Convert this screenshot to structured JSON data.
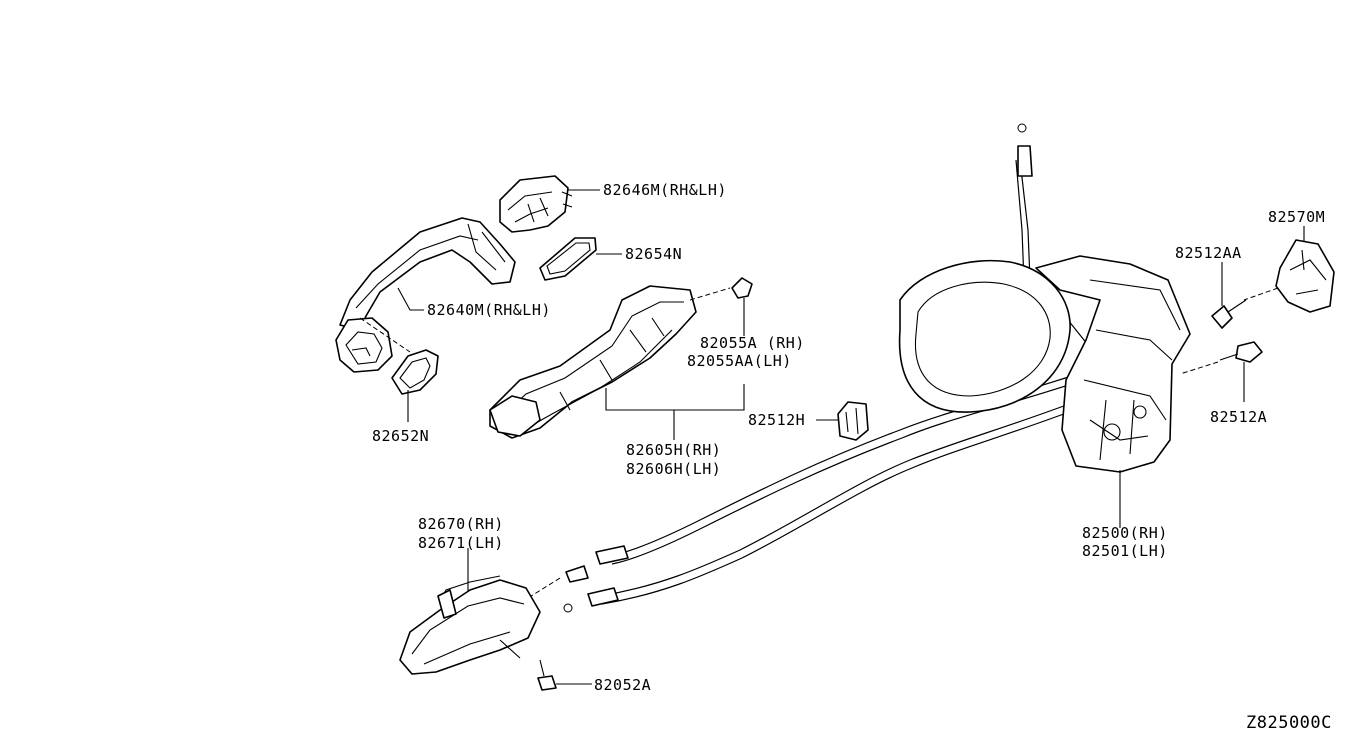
{
  "diagram": {
    "labels": {
      "p82646M": "82646M(RH&LH)",
      "p82654N": "82654N",
      "p82640M": "82640M(RH&LH)",
      "p82652N": "82652N",
      "p82055A": "82055A (RH)",
      "p82055AA": "82055AA(LH)",
      "p82605H": "82605H(RH)",
      "p82606H": "82606H(LH)",
      "p82512H": "82512H",
      "p82570M": "82570M",
      "p82512AA": "82512AA",
      "p82512A": "82512A",
      "p82500": "82500(RH)",
      "p82501": "82501(LH)",
      "p82670": "82670(RH)",
      "p82671": "82671(LH)",
      "p82052A": "82052A",
      "code": "Z825000C"
    }
  }
}
